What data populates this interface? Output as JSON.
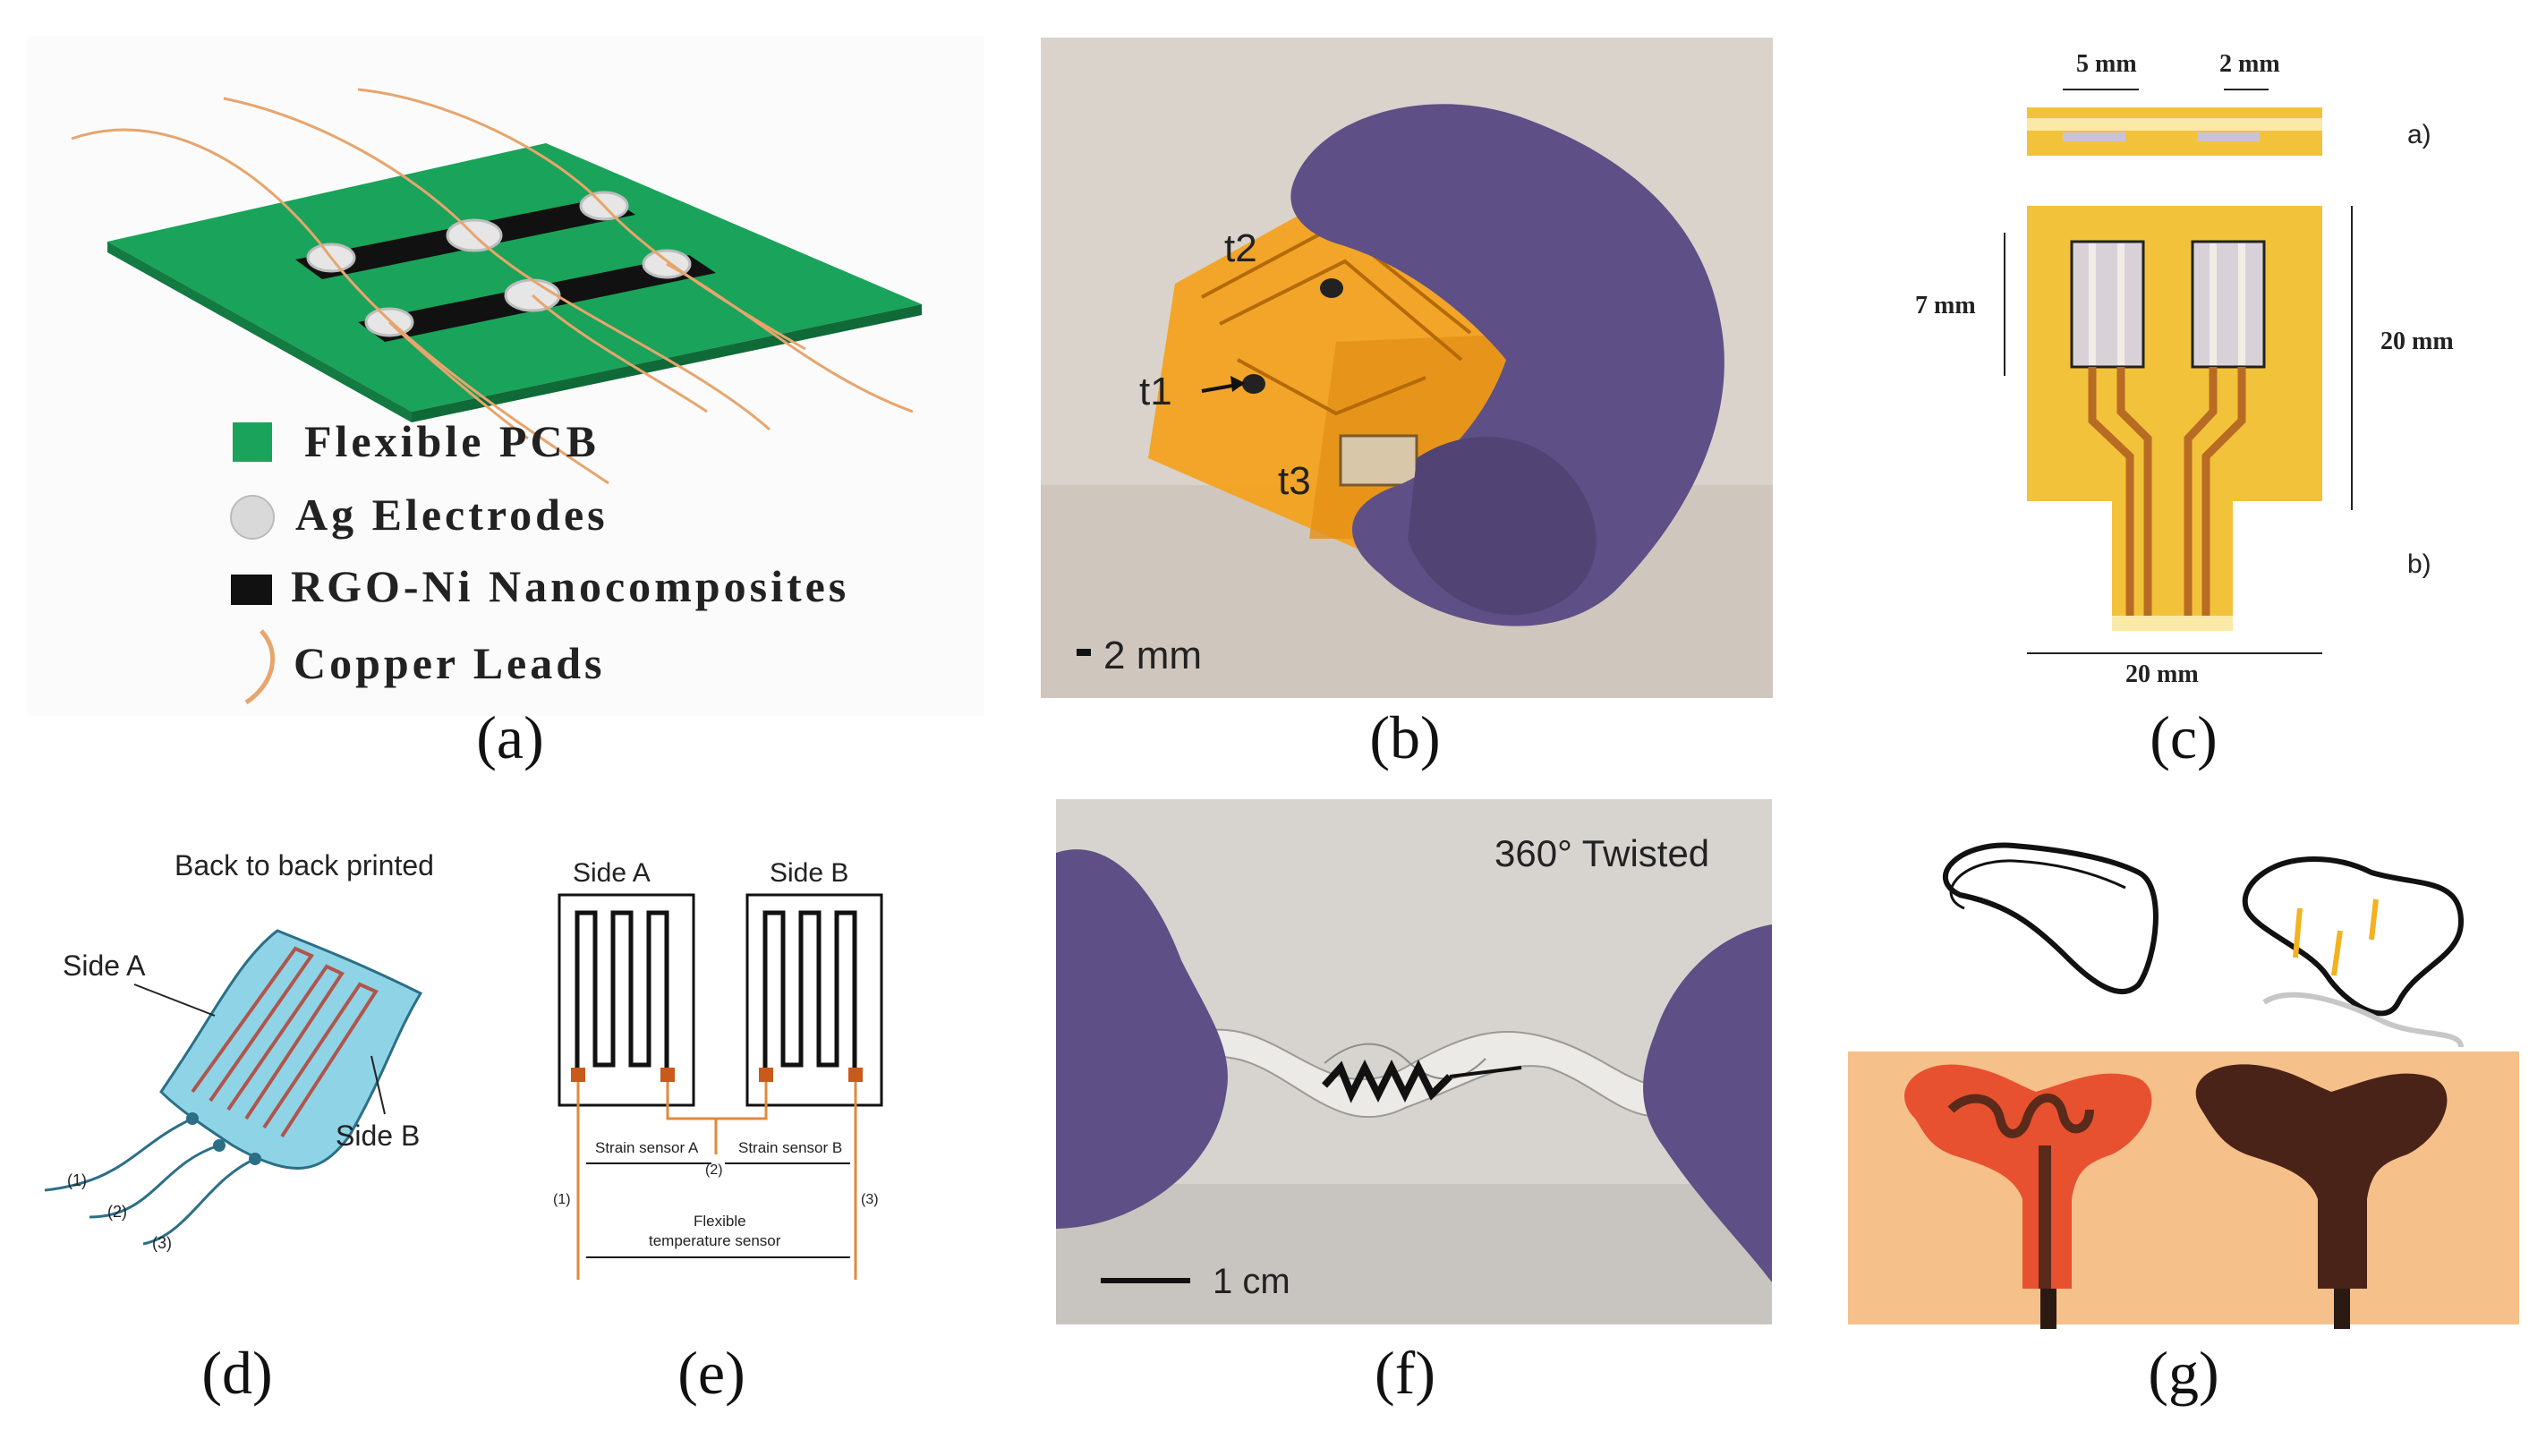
{
  "panel_a": {
    "legend": [
      {
        "label": "Flexible PCB",
        "icon": "green-square"
      },
      {
        "label": "Ag Electrodes",
        "icon": "gray-circle"
      },
      {
        "label": "RGO-Ni Nanocomposites",
        "icon": "black-rectangle"
      },
      {
        "label": "Copper Leads",
        "icon": "orange-wire"
      }
    ],
    "caption": "(a)"
  },
  "panel_b": {
    "labels": {
      "t1": "t1",
      "t2": "t2",
      "t3": "t3"
    },
    "scale": "2 mm",
    "caption": "(b)"
  },
  "panel_c": {
    "dims": {
      "d5": "5 mm",
      "d2": "2 mm",
      "d7": "7 mm",
      "d20v": "20 mm",
      "d20h": "20 mm"
    },
    "sub_a": "a)",
    "sub_b": "b)",
    "caption": "(c)"
  },
  "panel_d": {
    "title": "Back to back printed",
    "side_a": "Side A",
    "side_b": "Side B",
    "leads": [
      "(1)",
      "(2)",
      "(3)"
    ],
    "caption": "(d)"
  },
  "panel_e": {
    "side_a": "Side A",
    "side_b": "Side B",
    "strain_a": "Strain sensor A",
    "strain_b": "Strain sensor B",
    "flex_line1": "Flexible",
    "flex_line2": "temperature sensor",
    "leads": [
      "(1)",
      "(2)",
      "(3)"
    ],
    "caption": "(e)"
  },
  "panel_f": {
    "title": "360° Twisted",
    "scale": "1 cm",
    "caption": "(f)"
  },
  "panel_g": {
    "caption": "(g)"
  },
  "colors": {
    "pcb_green": "#1aa35a",
    "kapton_orange": "#f3a21f",
    "sensor_blue": "#8fd3e6",
    "copper": "#e08a3c",
    "glove_purple": "#5e4f86",
    "orange_bg": "#f6c08a",
    "red_sensor": "#e8512f"
  }
}
